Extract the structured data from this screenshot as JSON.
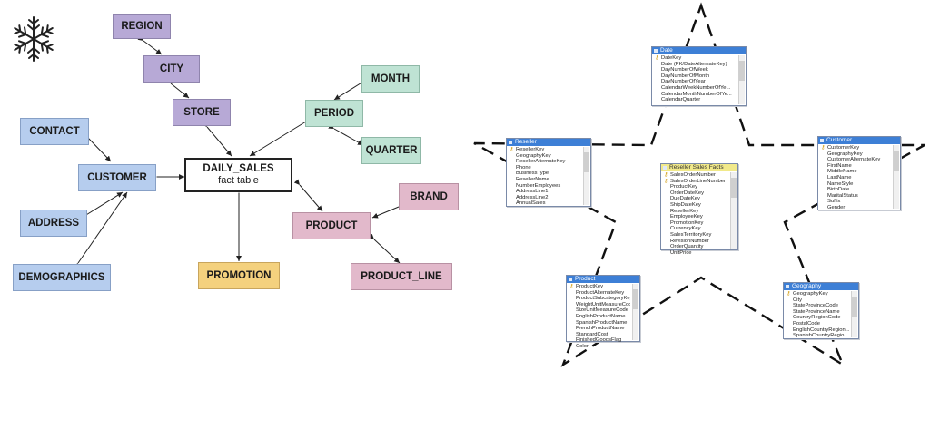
{
  "left_diagram": {
    "nodes": {
      "region": "REGION",
      "city": "CITY",
      "store": "STORE",
      "month": "MONTH",
      "period": "PERIOD",
      "quarter": "QUARTER",
      "contact": "CONTACT",
      "customer": "CUSTOMER",
      "address": "ADDRESS",
      "demographics": "DEMOGRAPHICS",
      "fact_title": "DAILY_SALES",
      "fact_subtitle": "fact table",
      "promotion": "PROMOTION",
      "brand": "BRAND",
      "product": "PRODUCT",
      "product_line": "PRODUCT_LINE"
    },
    "colors": {
      "geography": "#b7a9d6",
      "time": "#bfe3d4",
      "customer": "#b6cdee",
      "product": "#e2b9cb",
      "promotion": "#f4d17e"
    },
    "icon": "snowflake-icon"
  },
  "right_diagram": {
    "shape": "star-outline",
    "tables": {
      "date": {
        "title": "Date",
        "columns": [
          "DateKey",
          "Date (PK/DateAlternateKey)",
          "DayNumberOfWeek",
          "DayNumberOfMonth",
          "DayNumberOfYear",
          "CalendarWeekNumberOfYe...",
          "CalendarMonthNumberOfYe...",
          "CalendarQuarter"
        ]
      },
      "reseller": {
        "title": "Reseller",
        "columns": [
          "ResellerKey",
          "GeographyKey",
          "ResellerAlternateKey",
          "Phone",
          "BusinessType",
          "ResellerName",
          "NumberEmployees",
          "AddressLine1",
          "AddressLine2",
          "AnnualSales"
        ]
      },
      "customer": {
        "title": "Customer",
        "columns": [
          "CustomerKey",
          "GeographyKey",
          "CustomerAlternateKey",
          "FirstName",
          "MiddleName",
          "LastName",
          "NameStyle",
          "BirthDate",
          "MaritalStatus",
          "Suffix",
          "Gender"
        ]
      },
      "facts": {
        "title": "Reseller Sales Facts",
        "columns": [
          "SalesOrderNumber",
          "SalesOrderLineNumber",
          "ProductKey",
          "OrderDateKey",
          "DueDateKey",
          "ShipDateKey",
          "ResellerKey",
          "EmployeeKey",
          "PromotionKey",
          "CurrencyKey",
          "SalesTerritoryKey",
          "RevisionNumber",
          "OrderQuantity",
          "UnitPrice"
        ]
      },
      "product": {
        "title": "Product",
        "columns": [
          "ProductKey",
          "ProductAlternateKey",
          "ProductSubcategoryKey",
          "WeightUnitMeasureCode",
          "SizeUnitMeasureCode",
          "EnglishProductName",
          "SpanishProductName",
          "FrenchProductName",
          "StandardCost",
          "FinishedGoodsFlag",
          "Color"
        ]
      },
      "geography": {
        "title": "Geography",
        "columns": [
          "GeographyKey",
          "City",
          "StateProvinceCode",
          "StateProvinceName",
          "CountryRegionCode",
          "PostalCode",
          "EnglishCountryRegion...",
          "SpanishCountryRegio..."
        ]
      }
    }
  }
}
